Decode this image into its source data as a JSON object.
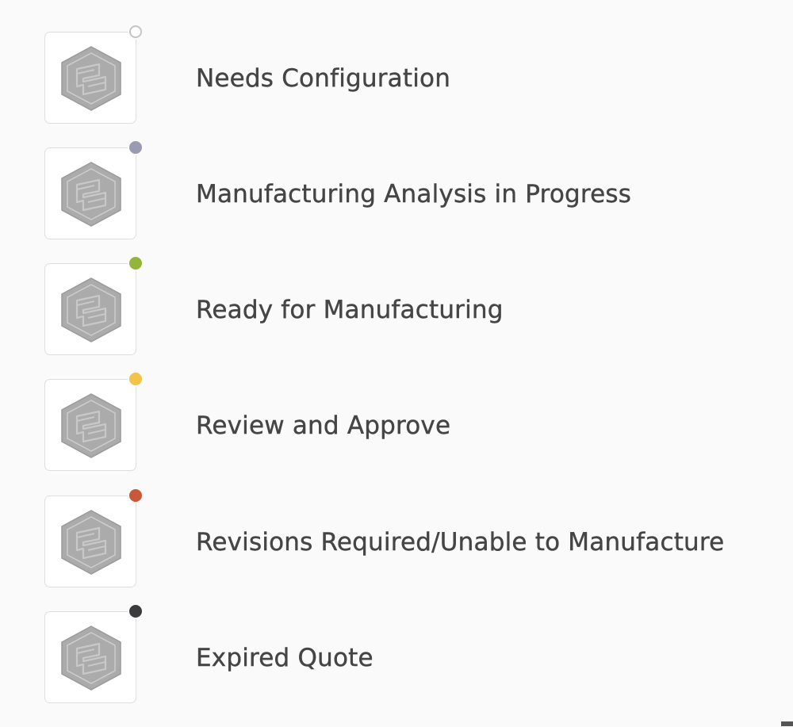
{
  "statuses": [
    {
      "label": "Needs Configuration",
      "dot_color": "#ffffff",
      "dot_outline": true,
      "icon": "hexagon-part-icon"
    },
    {
      "label": "Manufacturing Analysis in Progress",
      "dot_color": "#9a9ab0",
      "dot_outline": false,
      "icon": "hexagon-part-icon"
    },
    {
      "label": "Ready for Manufacturing",
      "dot_color": "#93b63a",
      "dot_outline": false,
      "icon": "hexagon-part-icon"
    },
    {
      "label": "Review and Approve",
      "dot_color": "#f2c447",
      "dot_outline": false,
      "icon": "hexagon-part-icon"
    },
    {
      "label": "Revisions Required/Unable to Manufacture",
      "dot_color": "#c9573b",
      "dot_outline": false,
      "icon": "hexagon-part-icon"
    },
    {
      "label": "Expired Quote",
      "dot_color": "#3b3b3e",
      "dot_outline": false,
      "icon": "hexagon-part-icon"
    }
  ]
}
